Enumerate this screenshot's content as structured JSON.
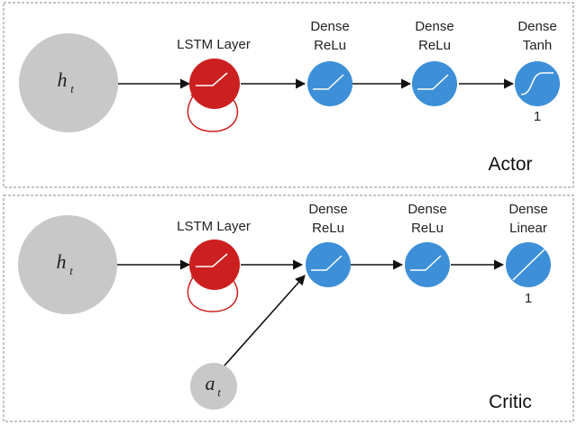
{
  "colors": {
    "input": "#c8c8c8",
    "lstm": "#cc1f1f",
    "dense": "#3d8fd8",
    "panel_border": "#8a8a8a",
    "arrow": "#111111"
  },
  "actor": {
    "title": "Actor",
    "input": {
      "symbol": "h",
      "subscript": "t"
    },
    "lstm_label": "LSTM Layer",
    "dense_layers": [
      {
        "line1": "Dense",
        "line2": "ReLu",
        "activation": "relu",
        "size": ""
      },
      {
        "line1": "Dense",
        "line2": "ReLu",
        "activation": "relu",
        "size": ""
      },
      {
        "line1": "Dense",
        "line2": "Tanh",
        "activation": "tanh",
        "size": "1"
      }
    ]
  },
  "critic": {
    "title": "Critic",
    "input": {
      "symbol": "h",
      "subscript": "t"
    },
    "action_input": {
      "symbol": "a",
      "subscript": "t"
    },
    "lstm_label": "LSTM Layer",
    "dense_layers": [
      {
        "line1": "Dense",
        "line2": "ReLu",
        "activation": "relu",
        "size": ""
      },
      {
        "line1": "Dense",
        "line2": "ReLu",
        "activation": "relu",
        "size": ""
      },
      {
        "line1": "Dense",
        "line2": "Linear",
        "activation": "linear",
        "size": "1"
      }
    ]
  }
}
